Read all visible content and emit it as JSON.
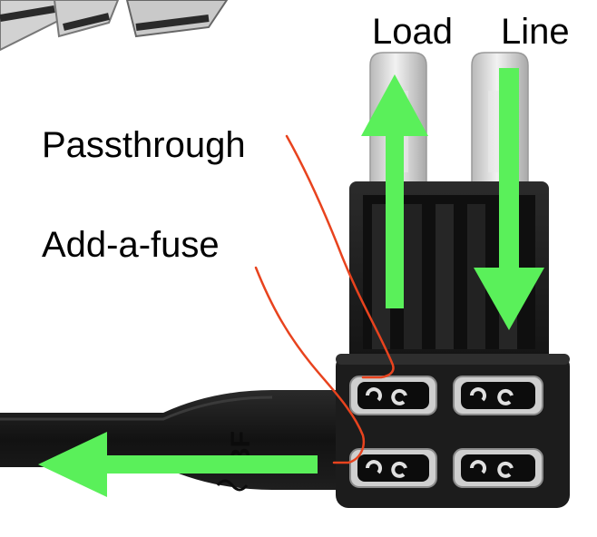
{
  "labels": {
    "load": "Load",
    "line": "Line",
    "passthrough": "Passthrough",
    "add_a_fuse": "Add-a-fuse"
  },
  "colors": {
    "arrow": "#5af05a",
    "annotation": "#e8431e",
    "housing": "#1b1b1b",
    "blade": "#d6d6d6",
    "background": "#ffffff"
  },
  "photo": {
    "subject": "add-a-fuse adapter with blade terminals",
    "embossed_logo": "BF"
  }
}
